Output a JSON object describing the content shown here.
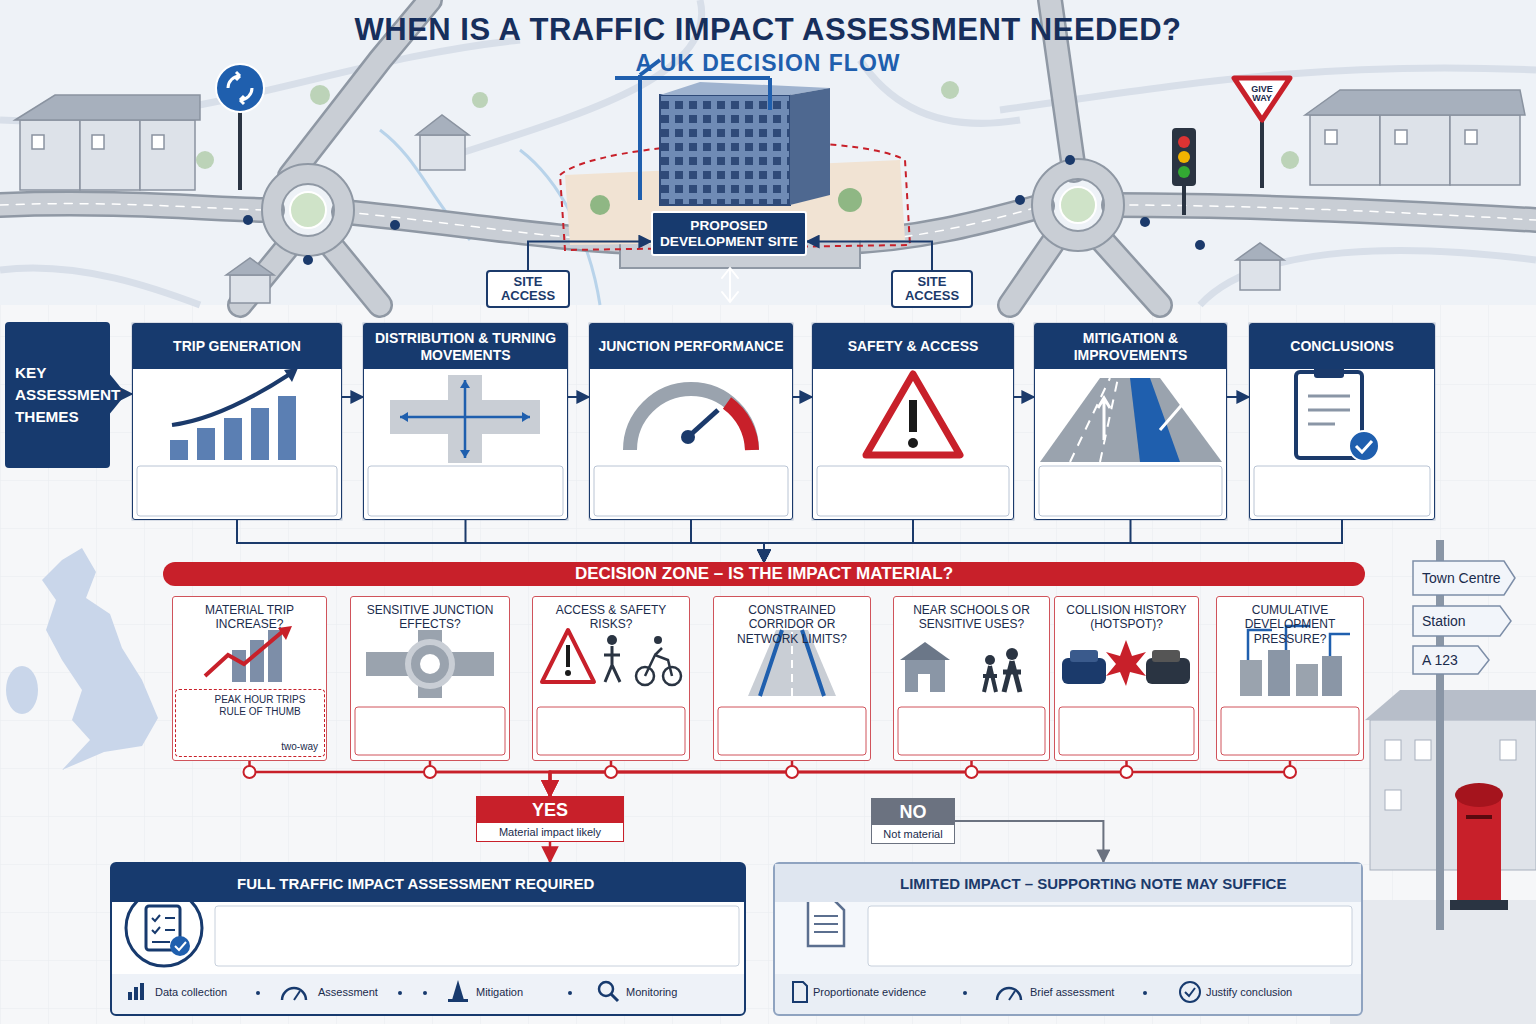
{
  "diagram": {
    "title": "WHEN IS A TRAFFIC IMPACT ASSESSMENT NEEDED?",
    "caption": "A UK DECISION FLOW",
    "nodes": [
      {
        "text": [
          "PROPOSED DEVELOPMENT SITE"
        ]
      },
      {
        "text": [
          "SITE ACCESS"
        ]
      },
      {
        "text": [
          "SITE ACCESS"
        ]
      },
      {
        "text": [
          "KEY ASSESSMENT THEMES"
        ]
      },
      {
        "text": [
          "TRIP GENERATION"
        ]
      },
      {
        "text": [
          "DISTRIBUTION & TURNING MOVEMENTS"
        ]
      },
      {
        "text": [
          "JUNCTION PERFORMANCE"
        ]
      },
      {
        "text": [
          "SAFETY & ACCESS"
        ]
      },
      {
        "text": [
          "MITIGATION & IMPROVEMENTS"
        ]
      },
      {
        "text": [
          "CONCLUSIONS"
        ]
      },
      {
        "text": [
          "DECISION ZONE – IS THE IMPACT MATERIAL?"
        ]
      },
      {
        "text": [
          "MATERIAL TRIP INCREASE?"
        ]
      },
      {
        "text": [
          "SENSITIVE JUNCTION EFFECTS?"
        ]
      },
      {
        "text": [
          "ACCESS & SAFETY RISKS?"
        ]
      },
      {
        "text": [
          "CONSTRAINED CORRIDOR OR NETWORK LIMITS?"
        ]
      },
      {
        "text": [
          "NEAR SCHOOLS OR SENSITIVE USES?"
        ]
      },
      {
        "text": [
          "COLLISION HISTORY (HOTSPOT)?"
        ]
      },
      {
        "text": [
          "CUMULATIVE DEVELOPMENT PRESSURE?"
        ]
      },
      {
        "text": [
          "PEAK HOUR TRIPS RULE OF THUMB",
          "two-way"
        ],
        "in": 11
      },
      {
        "text": [
          "YES",
          "Material impact likely"
        ]
      },
      {
        "text": [
          "NO",
          "Not material"
        ]
      },
      {
        "text": [
          "FULL TRAFFIC IMPACT ASSESSMENT REQUIRED"
        ]
      },
      {
        "text": [
          "LIMITED IMPACT – SUPPORTING NOTE MAY SUFFICE"
        ]
      },
      {
        "text": [
          "Town Centre"
        ]
      },
      {
        "text": [
          "Station"
        ]
      },
      {
        "text": [
          "A 123"
        ]
      }
    ],
    "edges": [
      {
        "from": 1,
        "to": 0,
        "arrow": "to"
      },
      {
        "from": 2,
        "to": 0,
        "arrow": "to"
      },
      {
        "from": 3,
        "to": 4,
        "arrow": "to"
      },
      {
        "from": 4,
        "to": 5,
        "arrow": "to"
      },
      {
        "from": 5,
        "to": 6,
        "arrow": "to"
      },
      {
        "from": 6,
        "to": 7,
        "arrow": "to"
      },
      {
        "from": 7,
        "to": 8,
        "arrow": "to"
      },
      {
        "from": 8,
        "to": 9,
        "arrow": "to"
      },
      {
        "from": 4,
        "to": 10,
        "arrow": "to"
      },
      {
        "from": 5,
        "to": 10,
        "arrow": "to"
      },
      {
        "from": 6,
        "to": 10,
        "arrow": "to"
      },
      {
        "from": 7,
        "to": 10,
        "arrow": "to"
      },
      {
        "from": 8,
        "to": 10,
        "arrow": "to"
      },
      {
        "from": 9,
        "to": 10,
        "arrow": "to"
      },
      {
        "from": 11,
        "to": 19,
        "arrow": "to"
      },
      {
        "from": 12,
        "to": 19,
        "arrow": "to"
      },
      {
        "from": 13,
        "to": 19,
        "arrow": "to"
      },
      {
        "from": 14,
        "to": 19,
        "arrow": "to"
      },
      {
        "from": 15,
        "to": 19,
        "arrow": "to"
      },
      {
        "from": 16,
        "to": 19,
        "arrow": "to"
      },
      {
        "from": 17,
        "to": 19,
        "arrow": "to"
      },
      {
        "from": 19,
        "to": 21,
        "arrow": "to"
      },
      {
        "from": 20,
        "to": 22,
        "arrow": "to"
      }
    ],
    "labels": [
      "GIVE WAY",
      "Data collection",
      "Assessment",
      "Mitigation",
      "Monitoring",
      "Proportionate evidence",
      "Brief assessment",
      "Justify conclusion"
    ]
  }
}
